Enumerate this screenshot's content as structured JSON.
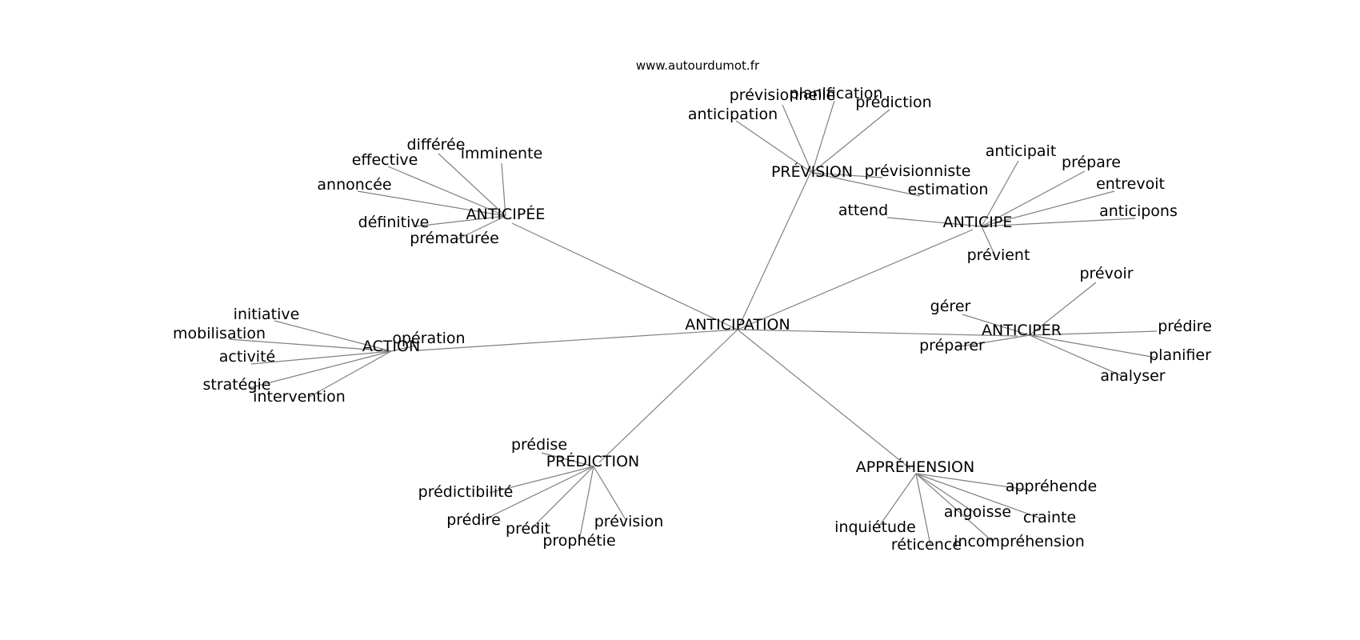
{
  "source": "www.autourdumot.fr",
  "graph": {
    "center": {
      "id": "anticipation",
      "label": "ANTICIPATION"
    },
    "hubs": [
      {
        "id": "prevision",
        "label": "PRÉVISION",
        "leaves": [
          {
            "id": "prevision-anticipation",
            "label": "anticipation"
          },
          {
            "id": "prevision-previsionnelle",
            "label": "prévisionnelle"
          },
          {
            "id": "prevision-planification",
            "label": "planification"
          },
          {
            "id": "prevision-prediction",
            "label": "prédiction"
          },
          {
            "id": "prevision-previsionniste",
            "label": "prévisionniste"
          },
          {
            "id": "prevision-estimation",
            "label": "estimation"
          }
        ]
      },
      {
        "id": "anticipee",
        "label": "ANTICIPÉE",
        "leaves": [
          {
            "id": "anticipee-differee",
            "label": "différée"
          },
          {
            "id": "anticipee-effective",
            "label": "effective"
          },
          {
            "id": "anticipee-imminente",
            "label": "imminente"
          },
          {
            "id": "anticipee-annoncee",
            "label": "annoncée"
          },
          {
            "id": "anticipee-definitive",
            "label": "définitive"
          },
          {
            "id": "anticipee-prematuree",
            "label": "prématurée"
          }
        ]
      },
      {
        "id": "anticipe",
        "label": "ANTICIPE",
        "leaves": [
          {
            "id": "anticipe-anticipait",
            "label": "anticipait"
          },
          {
            "id": "anticipe-prepare",
            "label": "prépare"
          },
          {
            "id": "anticipe-entrevoit",
            "label": "entrevoit"
          },
          {
            "id": "anticipe-anticipons",
            "label": "anticipons"
          },
          {
            "id": "anticipe-attend",
            "label": "attend"
          },
          {
            "id": "anticipe-previent",
            "label": "prévient"
          }
        ]
      },
      {
        "id": "action",
        "label": "ACTION",
        "leaves": [
          {
            "id": "action-initiative",
            "label": "initiative"
          },
          {
            "id": "action-mobilisation",
            "label": "mobilisation"
          },
          {
            "id": "action-operation",
            "label": "opération"
          },
          {
            "id": "action-activite",
            "label": "activité"
          },
          {
            "id": "action-strategie",
            "label": "stratégie"
          },
          {
            "id": "action-intervention",
            "label": "intervention"
          }
        ]
      },
      {
        "id": "anticiper",
        "label": "ANTICIPER",
        "leaves": [
          {
            "id": "anticiper-prevoir",
            "label": "prévoir"
          },
          {
            "id": "anticiper-gerer",
            "label": "gérer"
          },
          {
            "id": "anticiper-predire",
            "label": "prédire"
          },
          {
            "id": "anticiper-preparer",
            "label": "préparer"
          },
          {
            "id": "anticiper-planifier",
            "label": "planifier"
          },
          {
            "id": "anticiper-analyser",
            "label": "analyser"
          }
        ]
      },
      {
        "id": "prediction",
        "label": "PRÉDICTION",
        "leaves": [
          {
            "id": "prediction-predise",
            "label": "prédise"
          },
          {
            "id": "prediction-predictibilite",
            "label": "prédictibilité"
          },
          {
            "id": "prediction-predire",
            "label": "prédire"
          },
          {
            "id": "prediction-predit",
            "label": "prédit"
          },
          {
            "id": "prediction-prevision",
            "label": "prévision"
          },
          {
            "id": "prediction-prophetie",
            "label": "prophétie"
          }
        ]
      },
      {
        "id": "apprehension",
        "label": "APPRÉHENSION",
        "leaves": [
          {
            "id": "apprehension-apprehende",
            "label": "appréhende"
          },
          {
            "id": "apprehension-angoisse",
            "label": "angoisse"
          },
          {
            "id": "apprehension-crainte",
            "label": "crainte"
          },
          {
            "id": "apprehension-inquietude",
            "label": "inquiétude"
          },
          {
            "id": "apprehension-reticence",
            "label": "réticence"
          },
          {
            "id": "apprehension-incomprehension",
            "label": "incompréhension"
          }
        ]
      }
    ]
  }
}
